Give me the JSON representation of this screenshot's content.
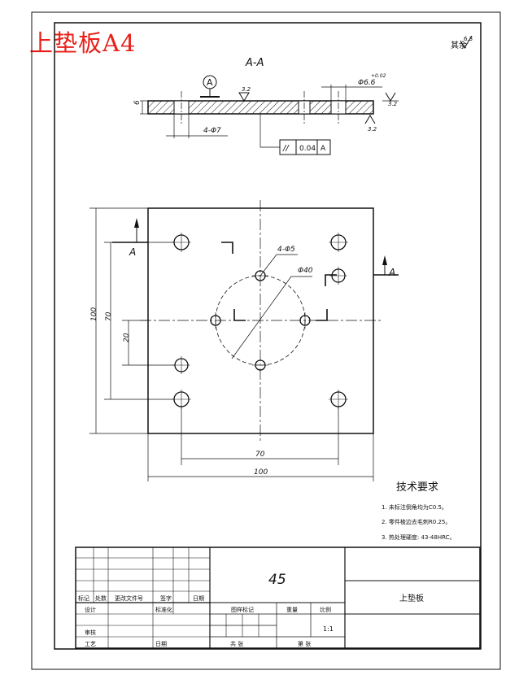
{
  "sheet_title": "上垫板A4",
  "roughness_other": {
    "label": "其余",
    "value": "6.3"
  },
  "section": {
    "label": "A-A",
    "thickness": "6",
    "datum_letter": "A",
    "roughness_top": "3.2",
    "roughness_right": "3.2",
    "roughness_bottom": "3.2",
    "counterbore_dia": "Φ6.6",
    "counterbore_tol": "+0.02",
    "holes_callout": "4-Φ7",
    "tolerance_frame": {
      "symbol": "//",
      "value": "0.04",
      "datum": "A"
    }
  },
  "plan": {
    "section_mark": "A",
    "holes_small": "4-Φ5",
    "pcd": "Φ40",
    "dim_width_total": "100",
    "dim_width_holes": "70",
    "dim_height_total": "100",
    "dim_height_holes": "70",
    "dim_offset": "20"
  },
  "tech": {
    "title": "技术要求",
    "items": [
      "1. 未标注倒角均为C0.5。",
      "2. 零件棱边去毛刺R0.25。",
      "3. 热处理硬度: 43-48HRC。"
    ]
  },
  "title_block": {
    "material": "45",
    "part_name": "上垫板",
    "scale": "1:1",
    "change_headers": [
      "标记",
      "处数",
      "更改文件号",
      "签字",
      "日期"
    ],
    "role_design": "设计",
    "role_standard": "标准化",
    "role_review": "审核",
    "role_process": "工艺",
    "label_date": "日期",
    "header_stage": "图样标记",
    "header_weight": "重量",
    "header_ratio": "比例",
    "sheet_count": "共 张",
    "sheet_number": "第 张"
  }
}
